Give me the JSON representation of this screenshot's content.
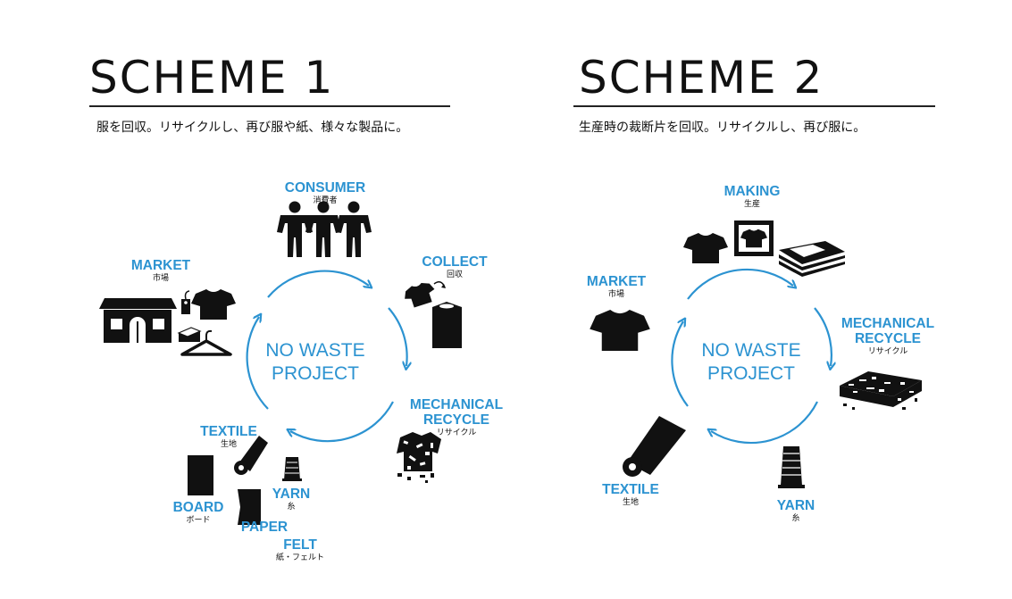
{
  "scheme1": {
    "title": "SCHEME 1",
    "subtitle": "服を回収。リサイクルし、再び服や紙、様々な製品に。",
    "center": [
      "NO WASTE",
      "PROJECT"
    ],
    "labels": {
      "consumer": {
        "en": "CONSUMER",
        "jp": "消費者"
      },
      "collect": {
        "en": "COLLECT",
        "jp": "回収"
      },
      "mechanical": {
        "en1": "MECHANICAL",
        "en2": "RECYCLE",
        "jp": "リサイクル"
      },
      "textile": {
        "en": "TEXTILE",
        "jp": "生地"
      },
      "yarn": {
        "en": "YARN",
        "jp": "糸"
      },
      "board": {
        "en": "BOARD",
        "jp": "ボード"
      },
      "paper": {
        "en": "PAPER"
      },
      "felt": {
        "en": "FELT",
        "jp": "紙・フェルト"
      },
      "market": {
        "en": "MARKET",
        "jp": "市場"
      }
    }
  },
  "scheme2": {
    "title": "SCHEME 2",
    "subtitle": "生産時の裁断片を回収。リサイクルし、再び服に。",
    "center": [
      "NO WASTE",
      "PROJECT"
    ],
    "labels": {
      "making": {
        "en": "MAKING",
        "jp": "生産"
      },
      "mechanical": {
        "en1": "MECHANICAL",
        "en2": "RECYCLE",
        "jp": "リサイクル"
      },
      "yarn": {
        "en": "YARN",
        "jp": "糸"
      },
      "textile": {
        "en": "TEXTILE",
        "jp": "生地"
      },
      "market": {
        "en": "MARKET",
        "jp": "市場"
      }
    }
  },
  "colors": {
    "accent": "#2c93d1",
    "ink": "#111111"
  }
}
